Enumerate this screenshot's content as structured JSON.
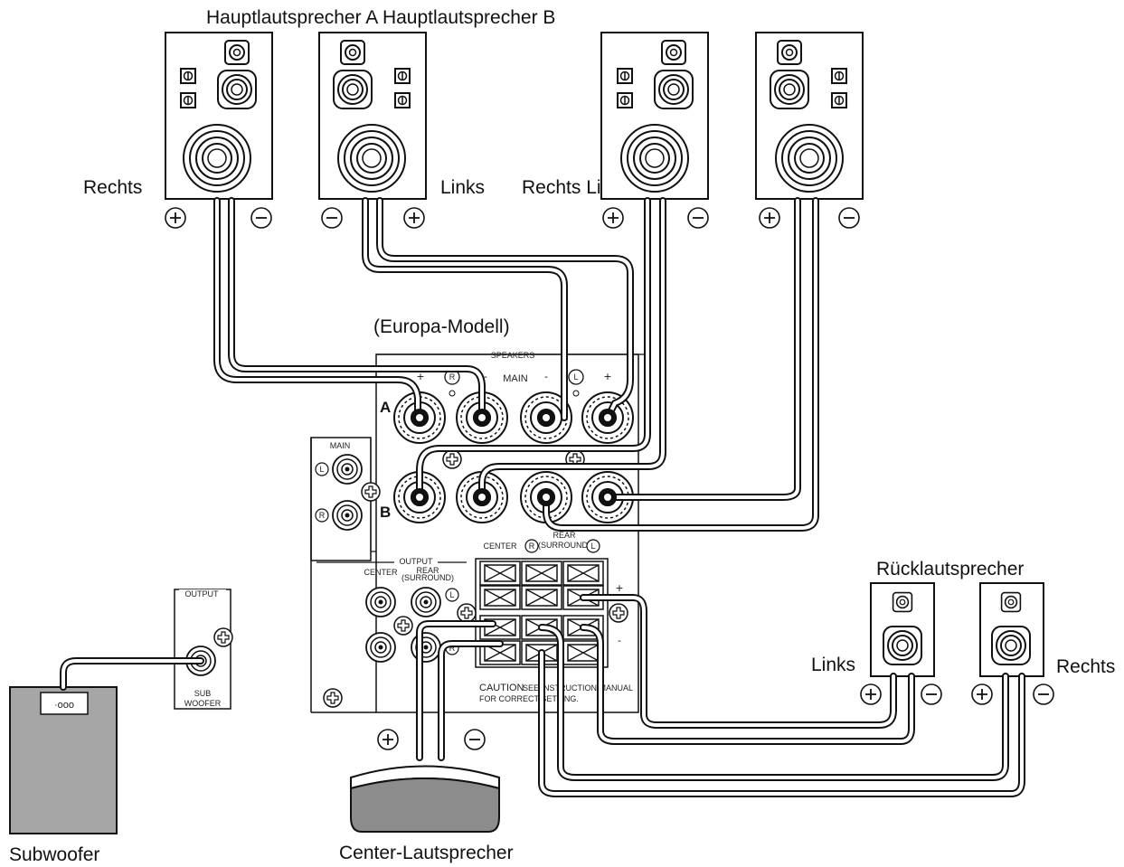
{
  "titles": {
    "main_a_b": "Hauptlautsprecher A Hauptlautsprecher B",
    "model": "(Europa-Modell)",
    "rear": "Rücklautsprecher"
  },
  "labels": {
    "rechts_a": "Rechts",
    "links_a": "Links",
    "rechts_links_b": "Rechts Links",
    "rear_links": "Links",
    "rear_rechts": "Rechts",
    "subwoofer": "Subwoofer",
    "center": "Center-Lautsprecher"
  },
  "polarity": {
    "plus": "+",
    "minus": "−"
  },
  "panel": {
    "speakers": "SPEAKERS",
    "main": "MAIN",
    "r": "R",
    "l": "L",
    "a": "A",
    "b": "B",
    "rear": "REAR",
    "surround": "(SURROUND)",
    "center": "CENTER",
    "output": "OUTPUT",
    "center_small": "CENTER",
    "rear_small": "REAR",
    "surround_small": "(SURROUND)",
    "caution": "CAUTION",
    "see_manual": "SEE INSTRUCTION MANUAL",
    "correct_setting": "FOR CORRECT SETTING.",
    "main_in": "MAIN",
    "output_sub": "OUTPUT",
    "sub": "SUB",
    "woofer": "WOOFER",
    "sub_dots": "·ooo",
    "pm_plus": "+",
    "pm_minus": "-"
  }
}
